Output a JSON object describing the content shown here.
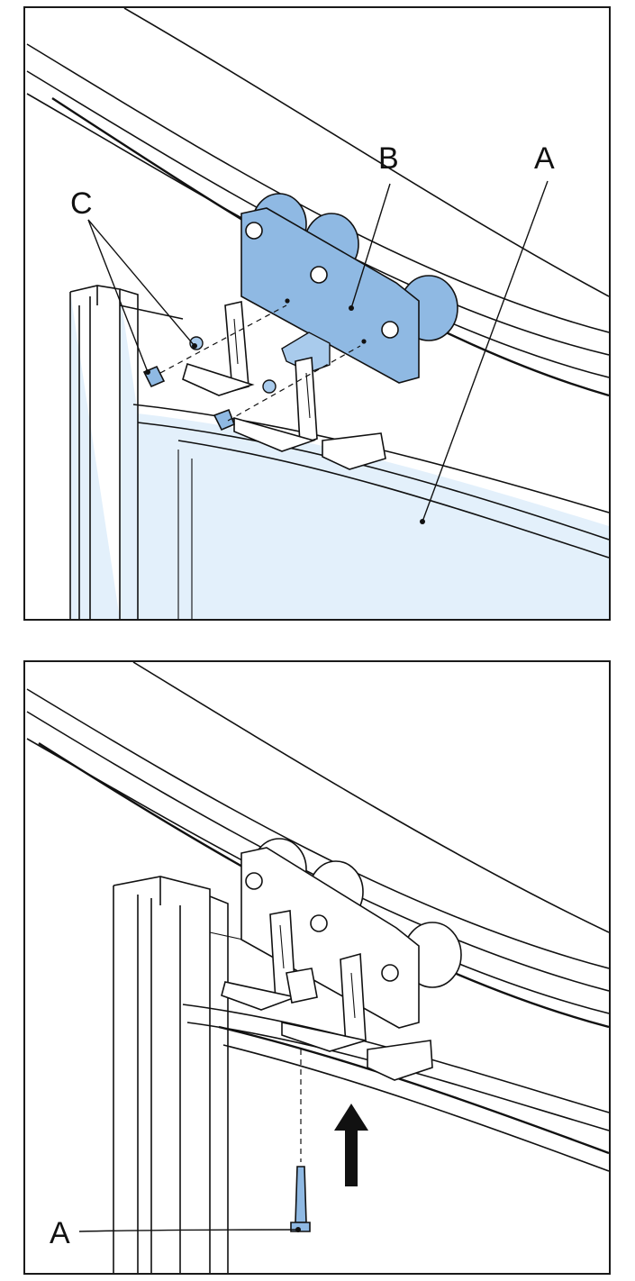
{
  "figure": {
    "top_panel": {
      "callouts": {
        "a": "A",
        "b": "B",
        "c": "C"
      },
      "colors": {
        "highlight_part": "#8fb9e3",
        "glass_panel": "#e3f0fb",
        "line": "#111111"
      }
    },
    "bottom_panel": {
      "callouts": {
        "a": "A"
      },
      "arrow_direction": "up",
      "colors": {
        "highlight_part": "#8fb9e3",
        "line": "#111111"
      }
    }
  }
}
